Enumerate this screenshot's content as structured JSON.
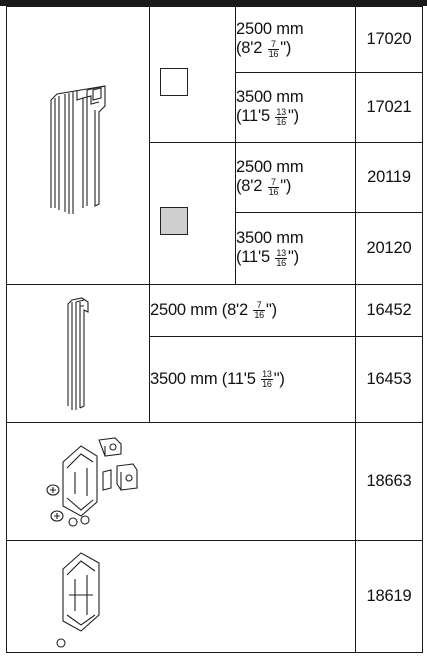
{
  "rows": [
    {
      "swatch": "white",
      "mm": "2500 mm",
      "imp_open": "(8'2",
      "num": "7",
      "den": "16",
      "close": "\")",
      "code": "17020"
    },
    {
      "swatch": "white",
      "mm": "3500 mm",
      "imp_open": "(11'5",
      "num": "13",
      "den": "16",
      "close": "\")",
      "code": "17021"
    },
    {
      "swatch": "grey",
      "mm": "2500 mm",
      "imp_open": "(8'2",
      "num": "7",
      "den": "16",
      "close": "\")",
      "code": "20119"
    },
    {
      "swatch": "grey",
      "mm": "3500 mm",
      "imp_open": "(11'5",
      "num": "13",
      "den": "16",
      "close": "\")",
      "code": "20120"
    },
    {
      "mm": "2500 mm",
      "imp_open": "(8'2",
      "num": "7",
      "den": "16",
      "close": "\")",
      "code": "16452"
    },
    {
      "mm": "3500 mm",
      "imp_open": "(11'5",
      "num": "13",
      "den": "16",
      "close": "\")",
      "code": "16453"
    },
    {
      "code": "18663"
    },
    {
      "code": "18619"
    }
  ],
  "colors": {
    "line": "#1a1a1a",
    "swatch_grey": "#cfcfcf",
    "swatch_white": "#ffffff"
  },
  "icons": [
    "wide-profile-icon",
    "narrow-profile-icon",
    "bracket-set-icon",
    "bracket-icon"
  ]
}
